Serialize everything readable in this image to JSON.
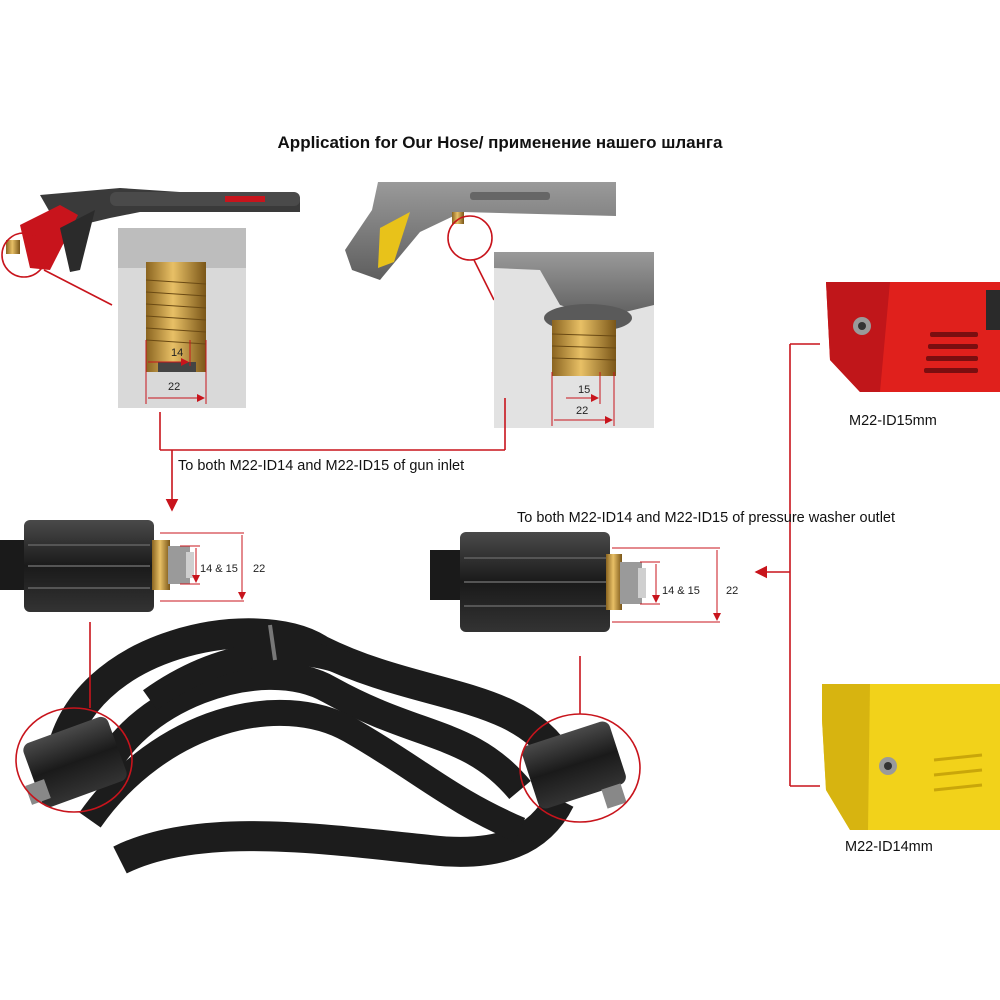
{
  "title": "Application for Our Hose/ применение нашего шланга",
  "captions": {
    "gun_inlet": "To both M22-ID14 and M22-ID15 of gun inlet",
    "washer_outlet": "To both M22-ID14 and M22-ID15 of pressure washer outlet"
  },
  "labels": {
    "red_washer": "M22-ID15mm",
    "yellow_washer": "M22-ID14mm"
  },
  "dimensions": {
    "gun1_inner": "14",
    "gun1_outer": "22",
    "gun2_inner": "15",
    "gun2_outer": "22",
    "hose_left_inner": "14 & 15",
    "hose_left_outer": "22",
    "hose_right_inner": "14 & 15",
    "hose_right_outer": "22"
  },
  "colors": {
    "callout_red": "#c8141c",
    "brass": "#c89a3a",
    "hose_black": "#1c1c1c",
    "washer_red": "#e0201c",
    "washer_yellow": "#f2d21a"
  }
}
